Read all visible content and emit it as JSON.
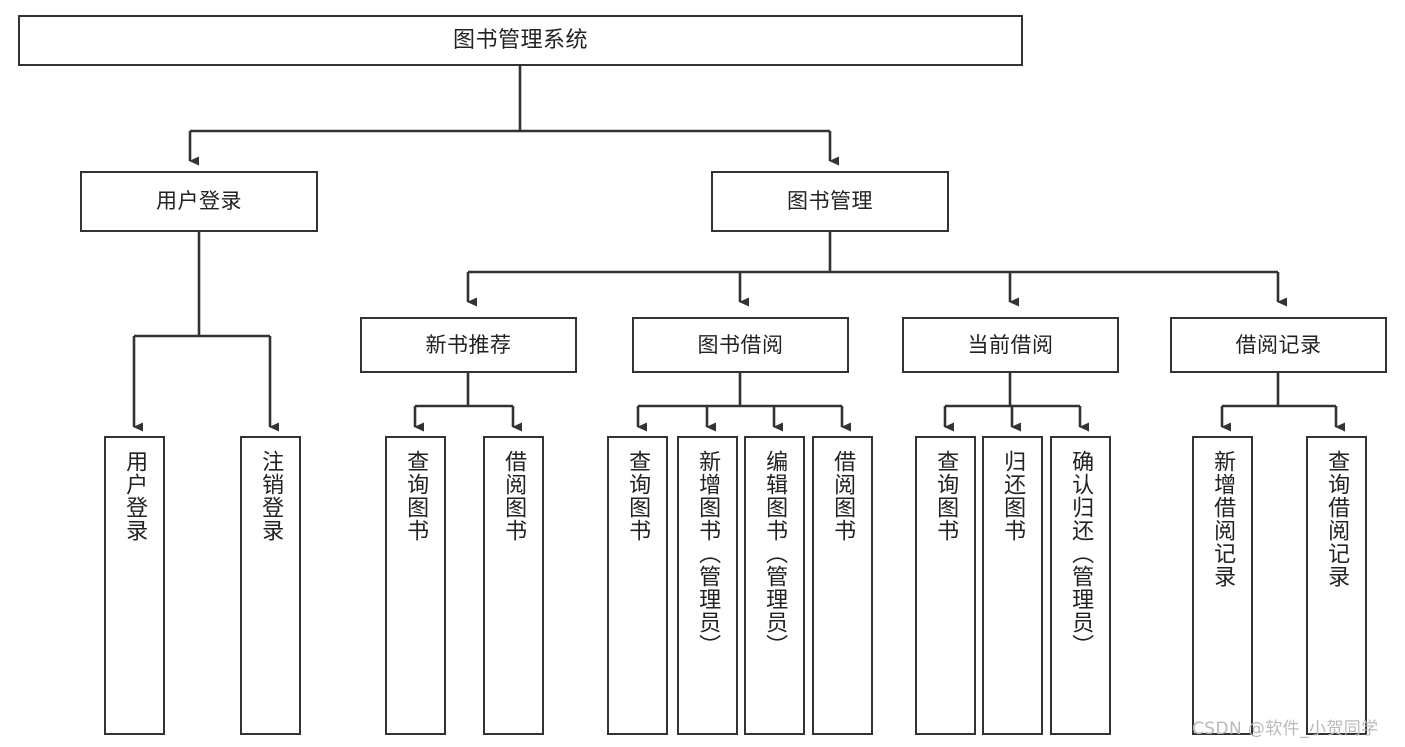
{
  "diagram": {
    "type": "tree-hierarchy",
    "title": "图书管理系统",
    "orientation": "top-down",
    "line_color": "#333333",
    "box_fill": "#ffffff",
    "text_color": "#222222"
  },
  "nodes": {
    "root": {
      "label": "图书管理系统"
    },
    "level2": [
      {
        "label": "用户登录"
      },
      {
        "label": "图书管理"
      }
    ],
    "level3": [
      {
        "label": "新书推荐"
      },
      {
        "label": "图书借阅"
      },
      {
        "label": "当前借阅"
      },
      {
        "label": "借阅记录"
      }
    ],
    "leaves_user_login": [
      {
        "label": "用户登录"
      },
      {
        "label": "注销登录"
      }
    ],
    "leaves_new_book": [
      {
        "label": "查询图书"
      },
      {
        "label": "借阅图书"
      }
    ],
    "leaves_borrow": [
      {
        "label": "查询图书"
      },
      {
        "label": "新增图书（管理员）"
      },
      {
        "label": "编辑图书（管理员）"
      },
      {
        "label": "借阅图书"
      }
    ],
    "leaves_current": [
      {
        "label": "查询图书"
      },
      {
        "label": "归还图书"
      },
      {
        "label": "确认归还（管理员）"
      }
    ],
    "leaves_record": [
      {
        "label": "新增借阅记录"
      },
      {
        "label": "查询借阅记录"
      }
    ]
  },
  "watermark": {
    "text": "CSDN @软件_小贺同学"
  }
}
